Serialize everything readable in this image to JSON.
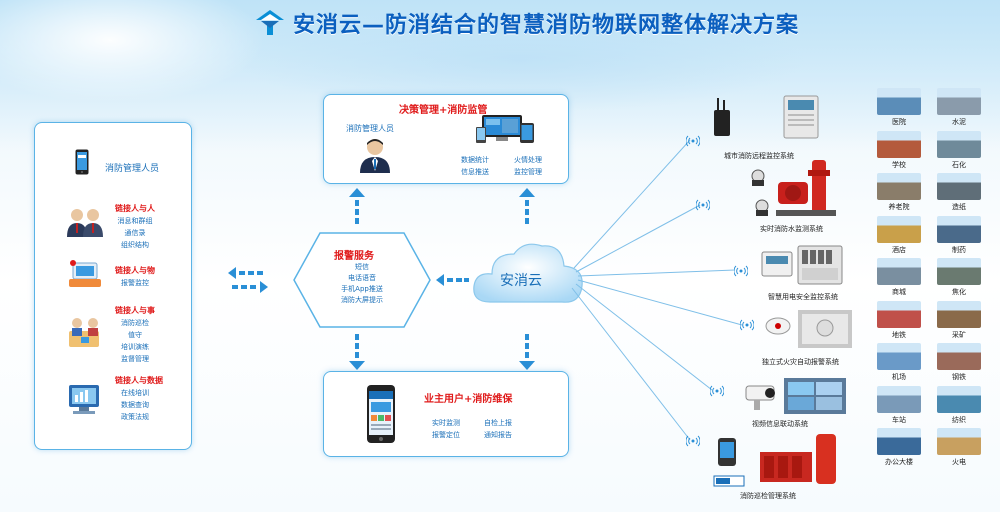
{
  "title": "安消云—防消结合的智慧消防物联网整体解决方案",
  "left_panel": {
    "header": "消防管理人员",
    "groups": [
      {
        "title": "链接人与人",
        "items": [
          "消息和群组",
          "通信录",
          "组织结构"
        ]
      },
      {
        "title": "链接人与物",
        "items": [
          "报警监控"
        ]
      },
      {
        "title": "链接人与事",
        "items": [
          "消防巡检",
          "值守",
          "培训演练",
          "监督管理"
        ]
      },
      {
        "title": "链接人与数据",
        "items": [
          "在线培训",
          "数据查询",
          "政策法规"
        ]
      }
    ]
  },
  "top_box": {
    "title": "决策管理+消防监管",
    "person_label": "消防管理人员",
    "features": [
      "数据统计",
      "火情处理",
      "信息推送",
      "监控管理"
    ]
  },
  "alarm": {
    "title": "报警服务",
    "items": [
      "短信",
      "电话语音",
      "手机App推送",
      "消防大屏提示"
    ]
  },
  "cloud": {
    "label": "安消云"
  },
  "bottom_box": {
    "title": "业主用户+消防维保",
    "features": [
      "实时监测",
      "自检上报",
      "报警定位",
      "通知报告"
    ]
  },
  "systems": [
    "城市消防远程监控系统",
    "实时消防水监测系统",
    "智慧用电安全监控系统",
    "独立式火灾自动报警系统",
    "视频信息联动系统",
    "消防巡检管理系统"
  ],
  "venues": [
    {
      "name": "医院",
      "color": "#5b8db8"
    },
    {
      "name": "水泥",
      "color": "#8a9bab"
    },
    {
      "name": "学校",
      "color": "#b45a3c"
    },
    {
      "name": "石化",
      "color": "#6f8a9a"
    },
    {
      "name": "养老院",
      "color": "#8a7d6a"
    },
    {
      "name": "造纸",
      "color": "#5f6e78"
    },
    {
      "name": "酒店",
      "color": "#c9a04a"
    },
    {
      "name": "制药",
      "color": "#4a6a8a"
    },
    {
      "name": "商城",
      "color": "#7a8fa0"
    },
    {
      "name": "焦化",
      "color": "#6a7a70"
    },
    {
      "name": "地铁",
      "color": "#c0504a"
    },
    {
      "name": "采矿",
      "color": "#8a6a4a"
    },
    {
      "name": "机场",
      "color": "#6a9ac8"
    },
    {
      "name": "钢铁",
      "color": "#9a6a5a"
    },
    {
      "name": "车站",
      "color": "#7a9ab8"
    },
    {
      "name": "纺织",
      "color": "#4a8ab0"
    },
    {
      "name": "办公大楼",
      "color": "#3a6a9a"
    },
    {
      "name": "火电",
      "color": "#c8a060"
    }
  ],
  "colors": {
    "title_blue": "#0b5fbf",
    "accent_red": "#e01b1b",
    "border_blue": "#5ab3e6",
    "arrow_blue": "#2a8fd6"
  }
}
